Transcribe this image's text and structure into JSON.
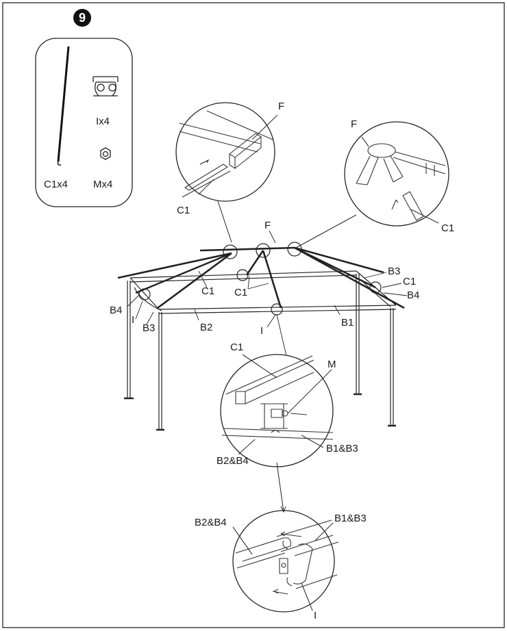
{
  "step": {
    "number": "9"
  },
  "parts_box": {
    "items": [
      {
        "label": "C1x4",
        "icon": "pole-icon"
      },
      {
        "label": "Ix4",
        "icon": "clamp-icon"
      },
      {
        "label": "Mx4",
        "icon": "nut-icon"
      }
    ]
  },
  "detail_top_left": {
    "labels": [
      "F",
      "C1"
    ]
  },
  "detail_top_right": {
    "labels": [
      "F",
      "C1"
    ]
  },
  "main_frame": {
    "labels": {
      "F": "F",
      "C1_left": "C1",
      "C1_center": "C1",
      "C1_right": "C1",
      "B1": "B1",
      "B2": "B2",
      "B3_left": "B3",
      "B3_right": "B3",
      "B4_left": "B4",
      "B4_right": "B4",
      "I": "I",
      "I_left": "I"
    }
  },
  "detail_middle": {
    "C1": "C1",
    "M": "M",
    "B1B3": "B1&B3",
    "B2B4": "B2&B4"
  },
  "detail_bottom": {
    "B2B4": "B2&B4",
    "B1B3": "B1&B3",
    "I": "I"
  }
}
